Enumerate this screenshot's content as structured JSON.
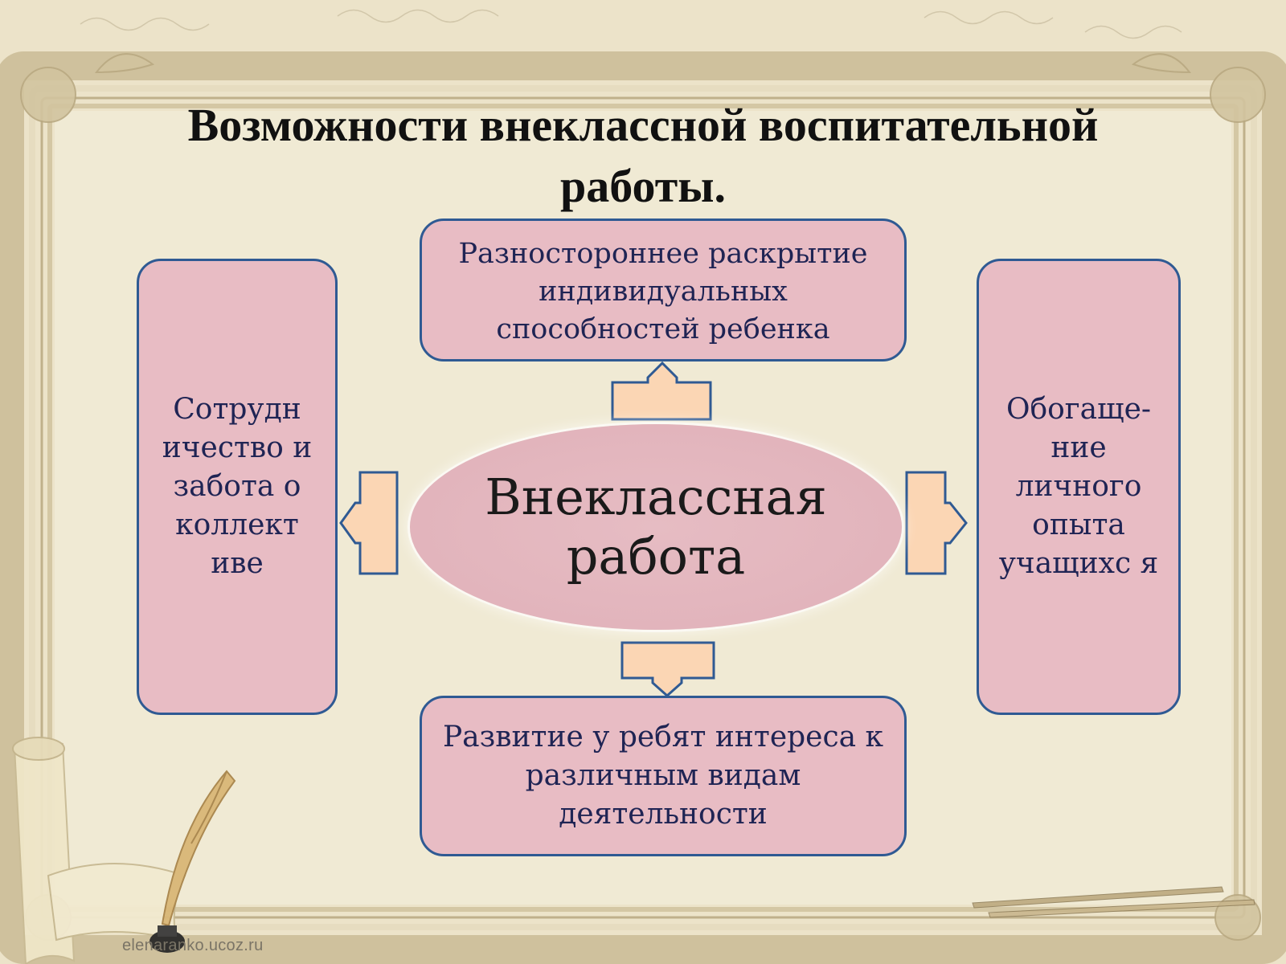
{
  "title": "Возможности внеклассной воспитательной работы.",
  "center": {
    "text": "Внеклассная работа"
  },
  "boxes": {
    "top": "Разностороннее раскрытие индивидуальных способностей ребенка",
    "left": "Сотрудн ичество и забота о коллект иве",
    "right": "Обогаще- ние личного опыта учащихс я",
    "bottom": "Развитие у  ребят интереса к различным видам деятельности"
  },
  "watermark": "elenaranko.ucoz.ru",
  "colors": {
    "box_fill": "#e8bcc4",
    "box_border": "#2f5a93",
    "arrow_fill": "#fbd6b4",
    "text_dark_blue": "#1f2454",
    "background": "#efe8d2"
  }
}
